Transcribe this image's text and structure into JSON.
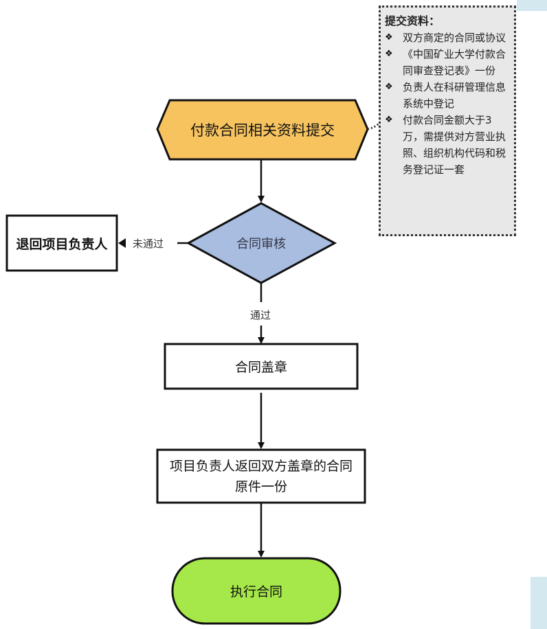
{
  "diagram": {
    "type": "flowchart",
    "colors": {
      "submit_fill": "#f7c35f",
      "review_fill": "#a9bde0",
      "end_fill": "#a6e84a",
      "note_fill": "#e8e8e8",
      "stroke": "#111111"
    },
    "nodes": {
      "submit": "付款合同相关资料提交",
      "review": "合同审核",
      "return": "退回项目负责人",
      "stamp": "合同盖章",
      "return_original": "项目负责人返回双方盖章的合同原件一份",
      "execute": "执行合同"
    },
    "edge_labels": {
      "fail": "未通过",
      "pass": "通过"
    },
    "note": {
      "title": "提交资料：",
      "bullet_icon": "❖",
      "items": [
        "双方商定的合同或协议",
        "《中国矿业大学付款合同审查登记表》一份",
        "负责人在科研管理信息系统中登记",
        "付款合同金额大于3万，需提供对方营业执照、组织机构代码和税务登记证一套"
      ]
    }
  }
}
